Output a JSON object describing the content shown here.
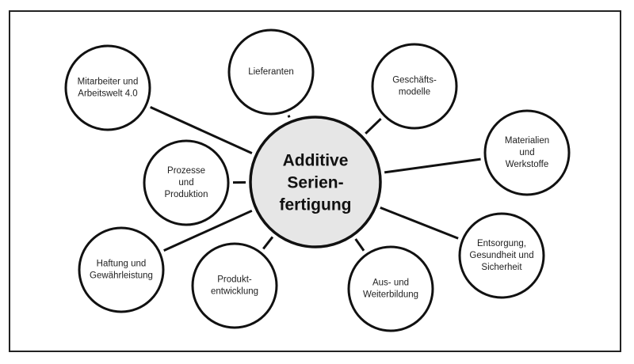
{
  "diagram": {
    "center": {
      "lines": [
        "Additive",
        "Serien-",
        "fertigung"
      ],
      "fill_color": "#e6e6e6"
    },
    "topics": [
      {
        "id": "mitarbeiter",
        "lines": [
          "Mitarbeiter und",
          "Arbeitswelt 4.0"
        ]
      },
      {
        "id": "lieferanten",
        "lines": [
          "Lieferanten"
        ]
      },
      {
        "id": "geschaeftsmodelle",
        "lines": [
          "Geschäfts-",
          "modelle"
        ]
      },
      {
        "id": "materialien",
        "lines": [
          "Materialien",
          "und",
          "Werkstoffe"
        ]
      },
      {
        "id": "prozesse",
        "lines": [
          "Prozesse",
          "und",
          "Produktion"
        ]
      },
      {
        "id": "entsorgung",
        "lines": [
          "Entsorgung,",
          "Gesundheit und",
          "Sicherheit"
        ]
      },
      {
        "id": "haftung",
        "lines": [
          "Haftung und",
          "Gewährleistung"
        ]
      },
      {
        "id": "produktentwicklung",
        "lines": [
          "Produkt-",
          "entwicklung"
        ]
      },
      {
        "id": "ausbildung",
        "lines": [
          "Aus- und",
          "Weiterbildung"
        ]
      }
    ],
    "stroke_color": "#111111",
    "bubble_fill": "#ffffff"
  }
}
